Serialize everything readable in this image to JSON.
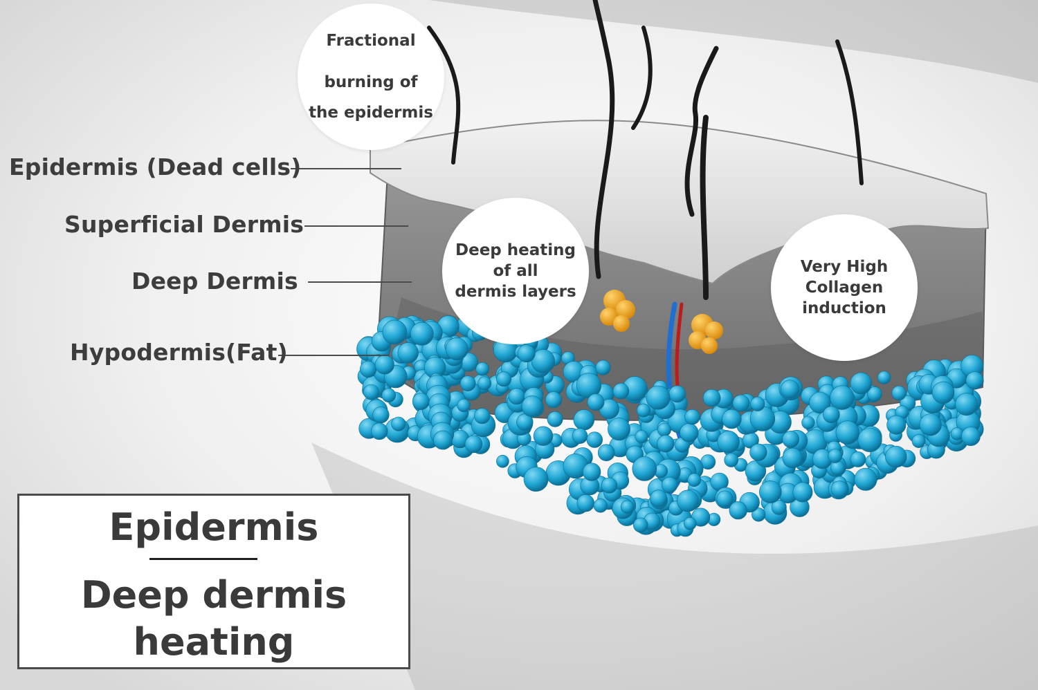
{
  "labels": {
    "epidermis": "Epidermis (Dead cells)",
    "superficial_dermis": "Superficial Dermis",
    "deep_dermis": "Deep Dermis",
    "hypodermis": "Hypodermis(Fat)"
  },
  "bubbles": {
    "fractional": [
      "Fractional",
      "burning of",
      "the epidermis"
    ],
    "deep_heating": [
      "Deep heating",
      "of all",
      "dermis layers"
    ],
    "collagen": [
      "Very High",
      "Collagen",
      "induction"
    ]
  },
  "title_box": {
    "top": "Epidermis",
    "bottom_line1": "Deep dermis",
    "bottom_line2": "heating"
  },
  "colors": {
    "fat_cells": "#1fa6d4",
    "sebaceous_gland": "#f0a820",
    "skin_gray": "#8a8a8a"
  }
}
